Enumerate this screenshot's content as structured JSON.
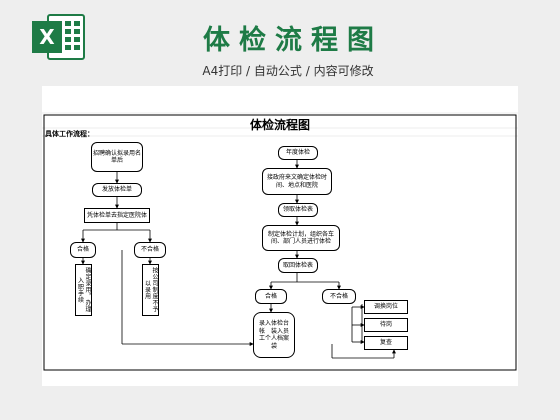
{
  "banner": {
    "icon": "excel-icon",
    "title": "体检流程图",
    "subtitle": "A4打印 / 自动公式 / 内容可修改",
    "accent_color": "#1e7b46"
  },
  "sheet": {
    "title": "体检流程图",
    "section_label": "具体工作流程：",
    "left_flow": {
      "step1": "招聘确认拟录用名单后",
      "step2": "发放体检单",
      "step3": "凭体检单去指定医院体",
      "pass": "合格",
      "fail": "不合格",
      "pass_result": "确定录用，办理入职手续",
      "fail_result": "按公司制度不予以录用"
    },
    "right_flow": {
      "step1": "年度体检",
      "step2": "接政府来文确定体检时间、地点和医院",
      "step3": "领取体检表",
      "step4": "制定体检计划，组织各车间、部门人员进行体检",
      "step5": "取回体检表",
      "pass": "合格",
      "fail": "不合格",
      "archive": "录入体检台帐　装入员工个人档案袋",
      "option1": "调换岗位",
      "option2": "待岗",
      "option3": "复查"
    }
  }
}
